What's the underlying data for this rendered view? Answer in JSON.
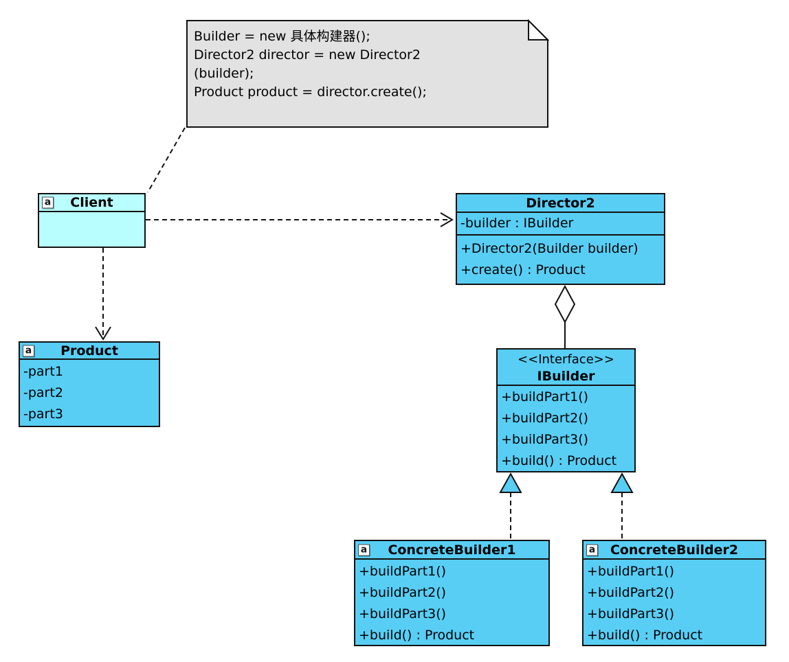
{
  "colors": {
    "class_fill": "#58CEF5",
    "client_fill": "#B8FDFF",
    "note_fill": "#E2E2E2",
    "line": "#111111"
  },
  "note": {
    "lines": [
      "Builder = new 具体构建器();",
      "Director2 director = new Director2",
      "(builder);",
      "Product product = director.create();"
    ]
  },
  "classes": {
    "client": {
      "icon": "a",
      "name": "Client",
      "attributes": [],
      "methods": []
    },
    "director2": {
      "name": "Director2",
      "attributes": [
        "-builder : IBuilder"
      ],
      "methods": [
        "+Director2(Builder builder)",
        "+create() : Product"
      ]
    },
    "product": {
      "icon": "a",
      "name": "Product",
      "attributes": [
        "-part1",
        "-part2",
        "-part3"
      ],
      "methods": []
    },
    "ibuilder": {
      "stereotype": "<<Interface>>",
      "name": "IBuilder",
      "attributes": [],
      "methods": [
        "+buildPart1()",
        "+buildPart2()",
        "+buildPart3()",
        "+build() : Product"
      ]
    },
    "concretebuilder1": {
      "icon": "a",
      "name": "ConcreteBuilder1",
      "attributes": [],
      "methods": [
        "+buildPart1()",
        "+buildPart2()",
        "+buildPart3()",
        "+build() : Product"
      ]
    },
    "concretebuilder2": {
      "icon": "a",
      "name": "ConcreteBuilder2",
      "attributes": [],
      "methods": [
        "+buildPart1()",
        "+buildPart2()",
        "+buildPart3()",
        "+build() : Product"
      ]
    }
  },
  "relationships": [
    {
      "from": "note",
      "to": "Client",
      "type": "note-anchor",
      "line": "dashed"
    },
    {
      "from": "Client",
      "to": "Director2",
      "type": "dependency",
      "line": "dashed-open-arrow"
    },
    {
      "from": "Client",
      "to": "Product",
      "type": "dependency",
      "line": "dashed-open-arrow"
    },
    {
      "from": "Director2",
      "to": "IBuilder",
      "type": "aggregation",
      "line": "solid-hollow-diamond"
    },
    {
      "from": "ConcreteBuilder1",
      "to": "IBuilder",
      "type": "realization",
      "line": "dashed-hollow-triangle"
    },
    {
      "from": "ConcreteBuilder2",
      "to": "IBuilder",
      "type": "realization",
      "line": "dashed-hollow-triangle"
    }
  ]
}
